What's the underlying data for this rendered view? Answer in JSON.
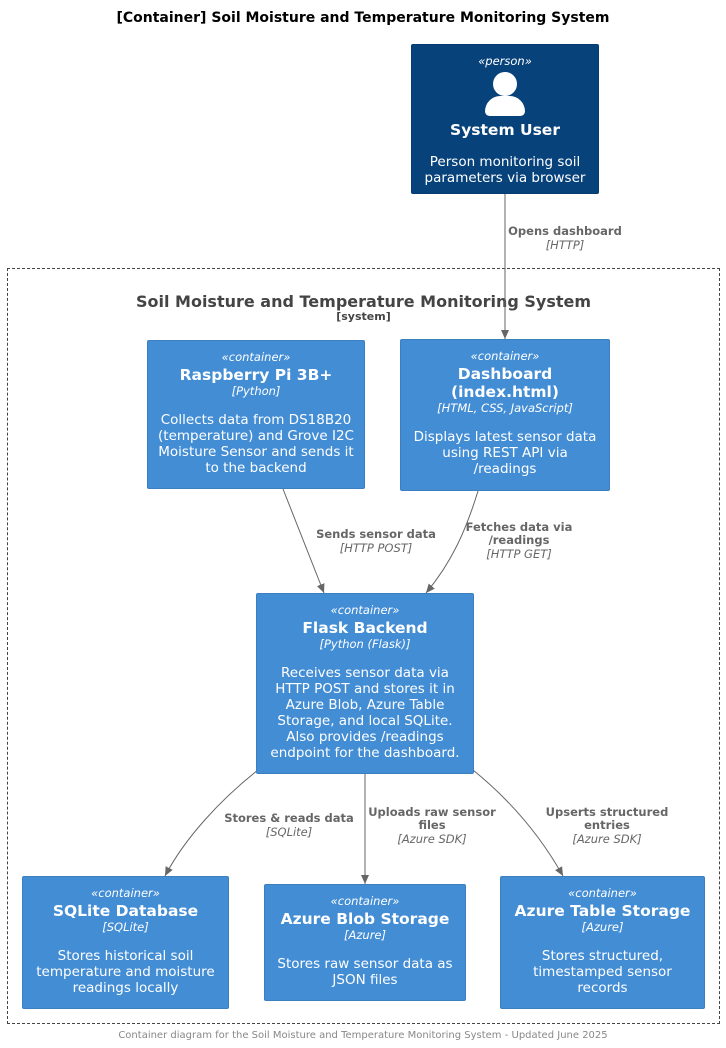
{
  "title": "[Container] Soil Moisture and Temperature Monitoring System",
  "boundary": {
    "name": "Soil Moisture and Temperature Monitoring System",
    "tag": "[system]"
  },
  "nodes": {
    "user": {
      "stereotype": "«person»",
      "name": "System User",
      "description": "Person monitoring soil parameters via browser"
    },
    "pi": {
      "stereotype": "«container»",
      "name": "Raspberry Pi 3B+",
      "tech": "[Python]",
      "description": "Collects data from DS18B20 (temperature) and Grove I2C Moisture Sensor and sends it to the backend"
    },
    "dashboard": {
      "stereotype": "«container»",
      "name": "Dashboard (index.html)",
      "tech": "[HTML, CSS, JavaScript]",
      "description": "Displays latest sensor data using REST API via /readings"
    },
    "flask": {
      "stereotype": "«container»",
      "name": "Flask Backend",
      "tech": "[Python (Flask)]",
      "description": "Receives sensor data via HTTP POST and stores it in Azure Blob, Azure Table Storage, and local SQLite. Also provides /readings endpoint for the dashboard."
    },
    "sqlite": {
      "stereotype": "«container»",
      "name": "SQLite Database",
      "tech": "[SQLite]",
      "description": "Stores historical soil temperature and moisture readings locally"
    },
    "blob": {
      "stereotype": "«container»",
      "name": "Azure Blob Storage",
      "tech": "[Azure]",
      "description": "Stores raw sensor data as JSON files"
    },
    "table": {
      "stereotype": "«container»",
      "name": "Azure Table Storage",
      "tech": "[Azure]",
      "description": "Stores structured, timestamped sensor records"
    }
  },
  "relations": {
    "user_dashboard": {
      "label": "Opens dashboard",
      "tech": "[HTTP]"
    },
    "pi_flask": {
      "label": "Sends sensor data",
      "tech": "[HTTP POST]"
    },
    "dashboard_flask": {
      "label": "Fetches data via /readings",
      "tech": "[HTTP GET]"
    },
    "flask_sqlite": {
      "label": "Stores & reads data",
      "tech": "[SQLite]"
    },
    "flask_blob": {
      "label": "Uploads raw sensor files",
      "tech": "[Azure SDK]"
    },
    "flask_table": {
      "label": "Upserts structured entries",
      "tech": "[Azure SDK]"
    }
  },
  "colors": {
    "person": "#08427b",
    "container": "#438dd5",
    "arrow": "#666666"
  },
  "footer": "Container diagram for the Soil Moisture and Temperature Monitoring System - Updated June 2025"
}
